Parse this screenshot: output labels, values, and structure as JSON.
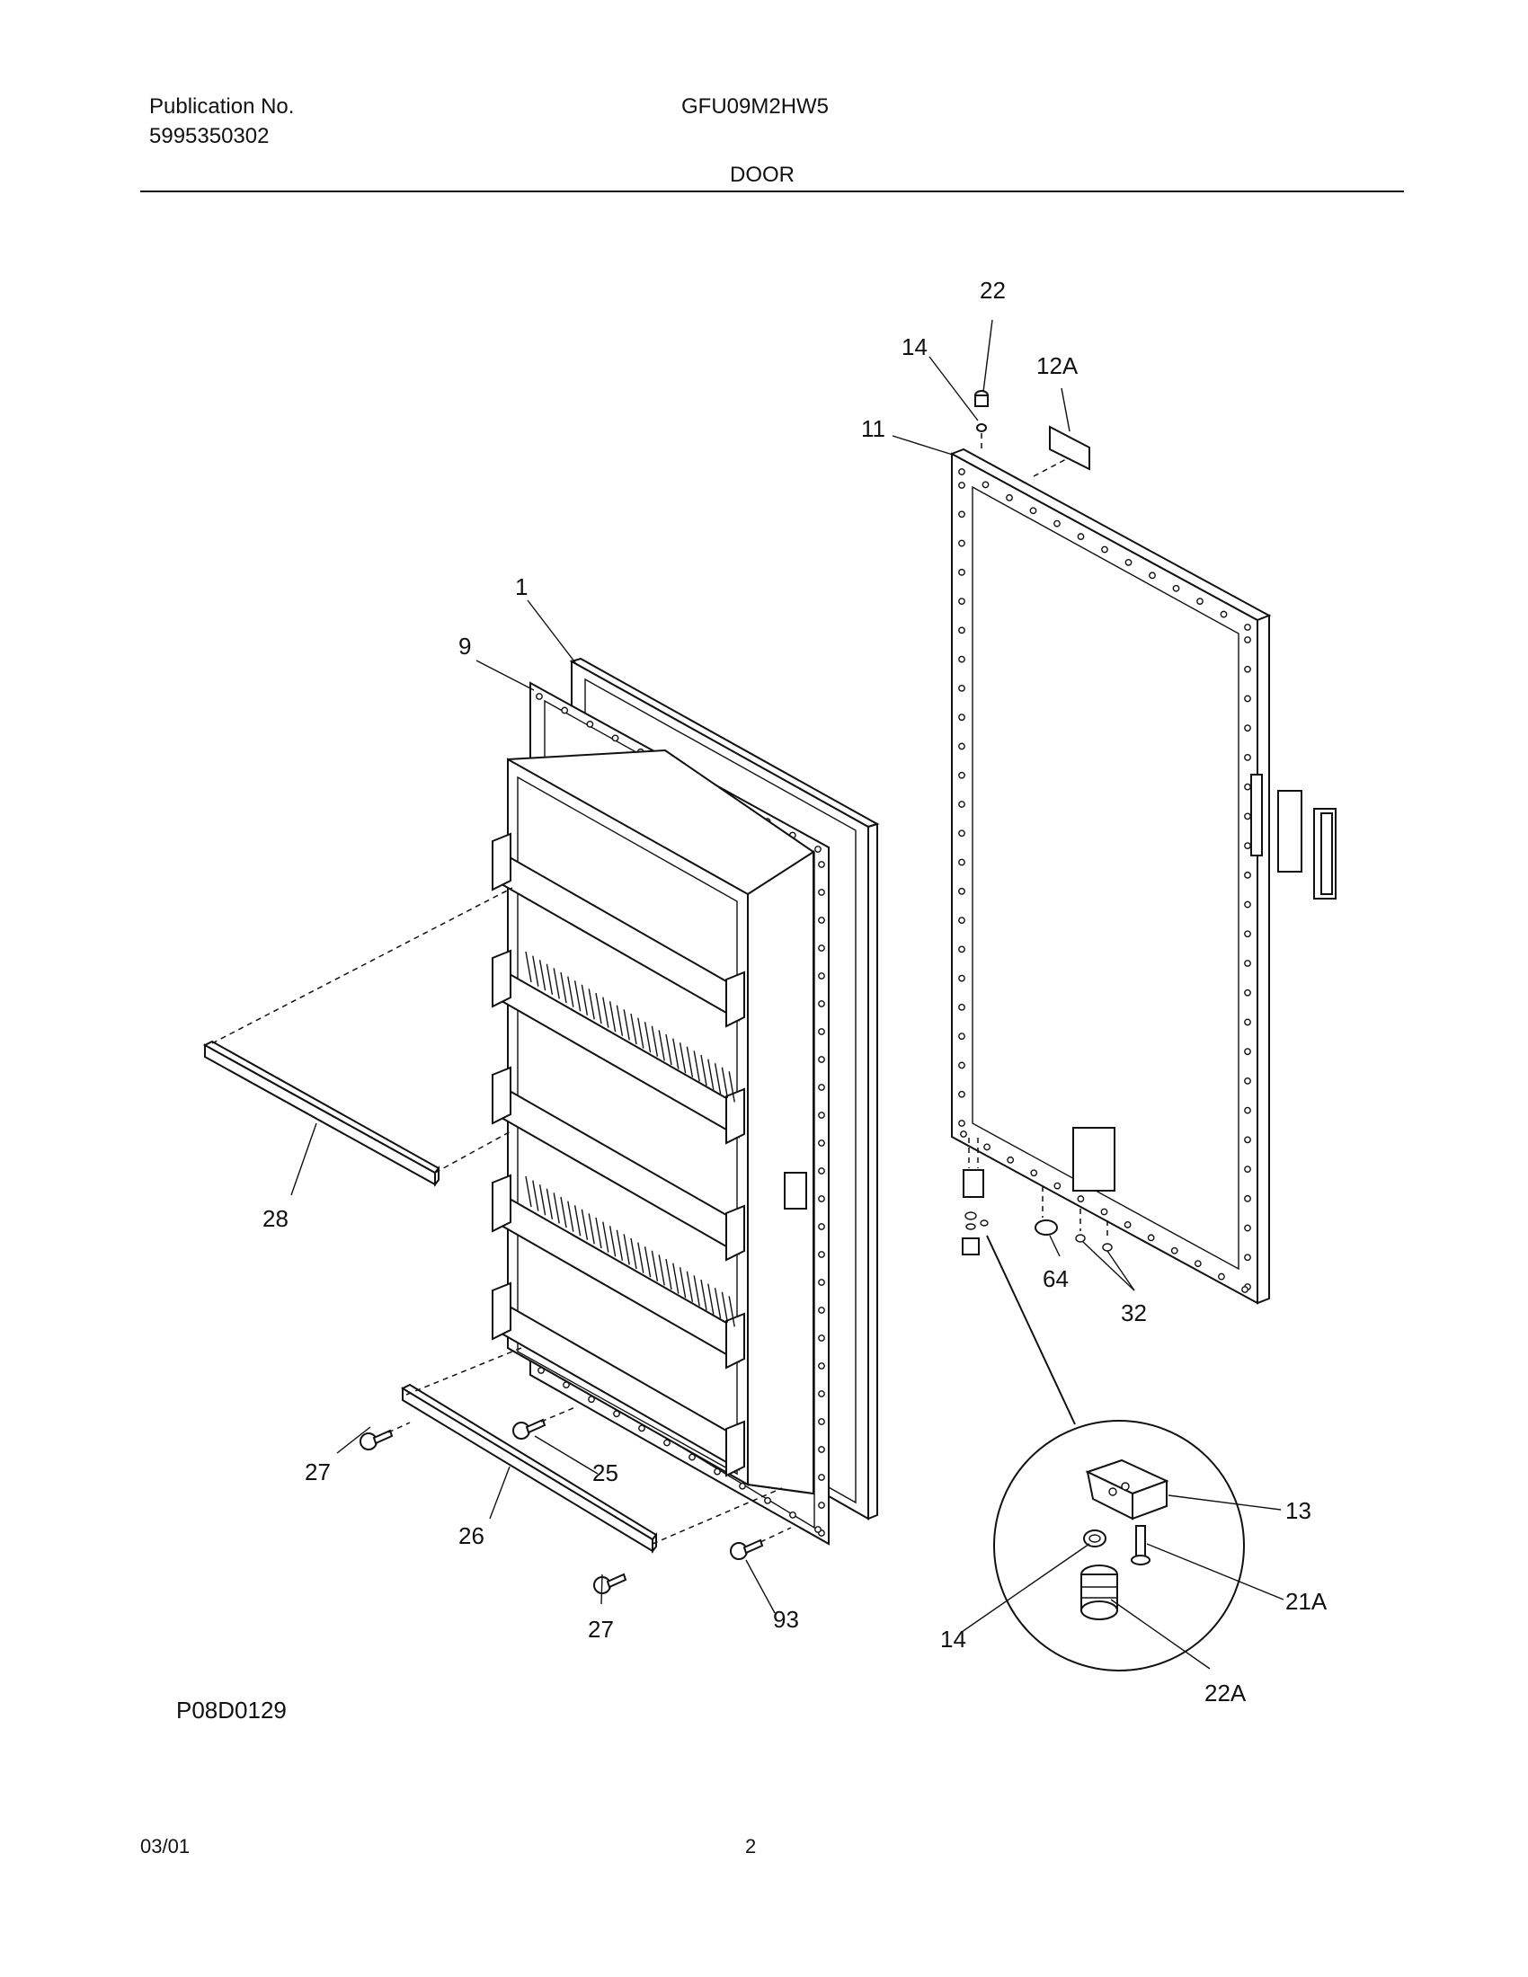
{
  "header": {
    "publication_label": "Publication No.",
    "publication_number": "5995350302",
    "model": "GFU09M2HW5",
    "section_title": "DOOR"
  },
  "diagram_code": "P08D0129",
  "footer": {
    "date": "03/01",
    "page_number": "2"
  },
  "callouts": {
    "c1": "1",
    "c9": "9",
    "c11": "11",
    "c12a": "12A",
    "c13": "13",
    "c14_top": "14",
    "c14_detail": "14",
    "c21a": "21A",
    "c22": "22",
    "c22a": "22A",
    "c25": "25",
    "c26": "26",
    "c27_left": "27",
    "c27_bottom": "27",
    "c28": "28",
    "c32": "32",
    "c64": "64",
    "c93": "93"
  }
}
